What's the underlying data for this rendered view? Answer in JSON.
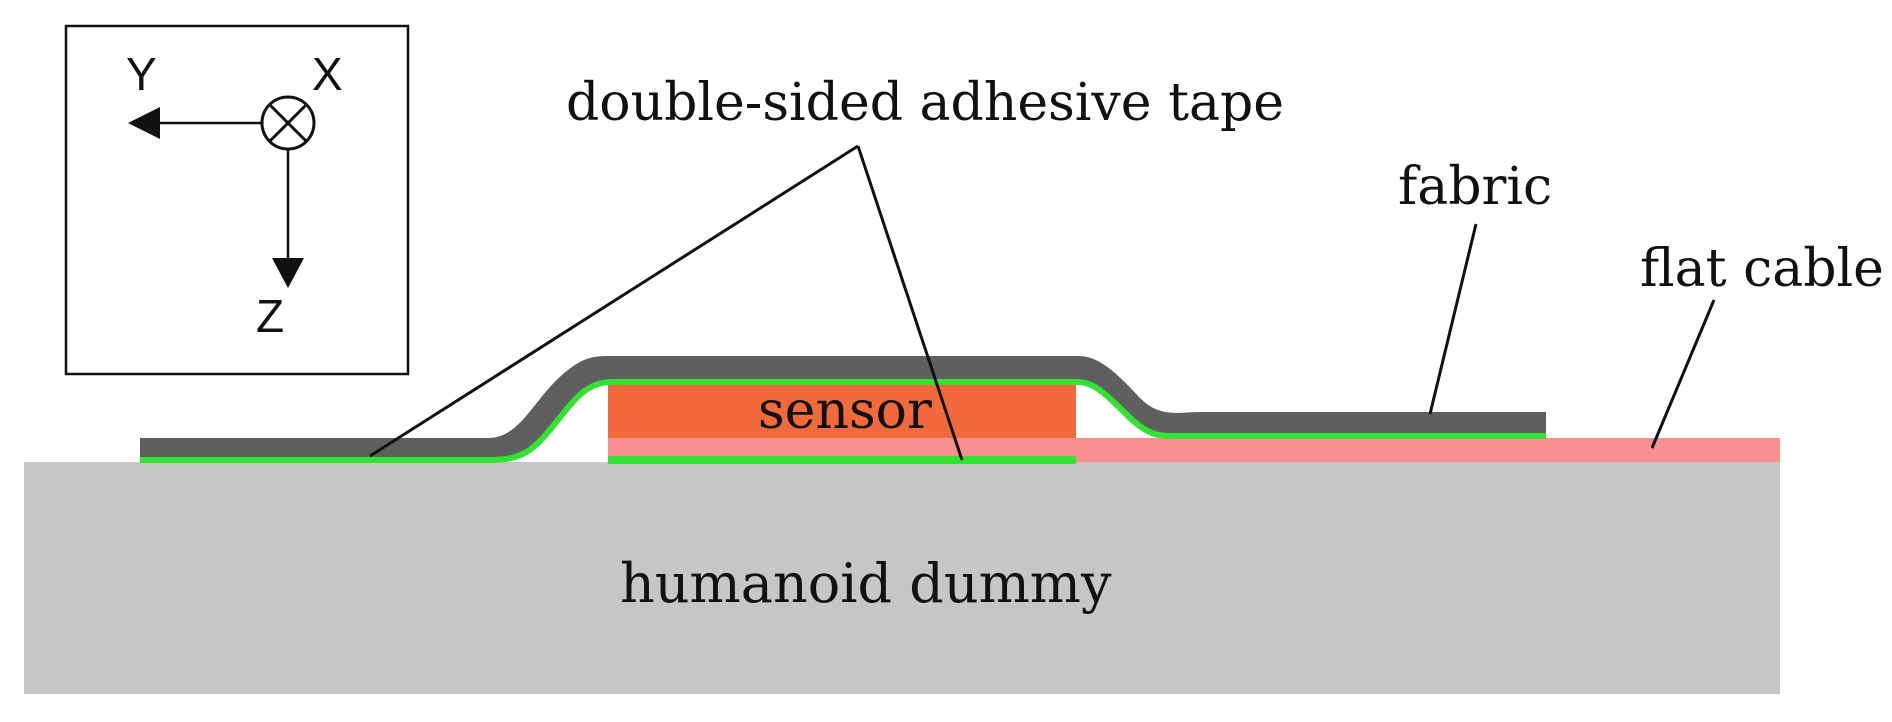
{
  "labels": {
    "adhesive_tape": "double-sided adhesive tape",
    "fabric": "fabric",
    "flat_cable": "flat cable",
    "sensor": "sensor",
    "humanoid_dummy": "humanoid dummy"
  },
  "axes": {
    "y": "Y",
    "x": "X",
    "z": "Z"
  },
  "colors": {
    "dummy": "#c6c6c6",
    "fabric": "#5f5f5f",
    "adhesive": "#33e233",
    "sensor": "#f26a3b",
    "flat_cable": "#f99090",
    "line": "#111111"
  }
}
